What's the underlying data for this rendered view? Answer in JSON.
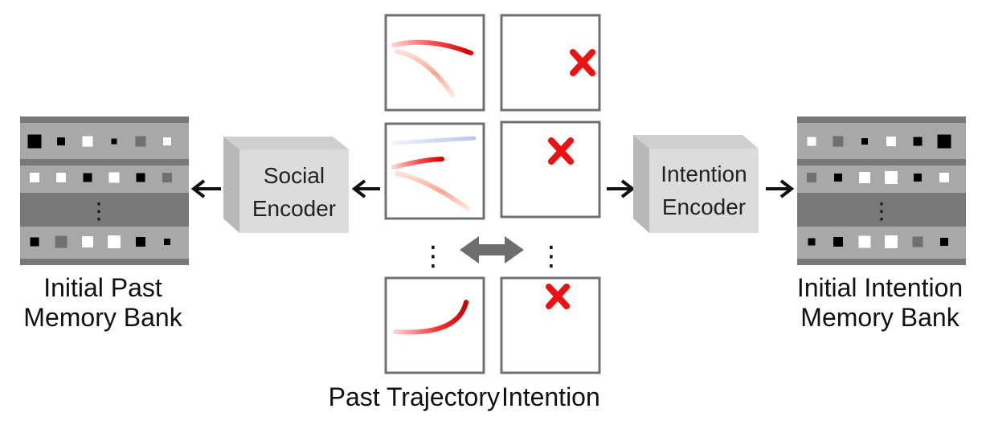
{
  "past_memory_bank": {
    "label_line1": "Initial Past",
    "label_line2": "Memory Bank",
    "ellipsis": "⋮",
    "rows": [
      [
        "#000000",
        "#000000",
        "#ffffff",
        "#000000",
        "#707070",
        "#ffffff"
      ],
      [
        "#ffffff",
        "#ffffff",
        "#000000",
        "#ffffff",
        "#000000",
        "#707070"
      ],
      [
        "#000000",
        "#707070",
        "#ffffff",
        "#ffffff",
        "#000000",
        "#000000"
      ]
    ]
  },
  "intention_memory_bank": {
    "label_line1": "Initial Intention",
    "label_line2": "Memory Bank",
    "ellipsis": "⋮",
    "rows": [
      [
        "#ffffff",
        "#707070",
        "#000000",
        "#ffffff",
        "#000000",
        "#000000"
      ],
      [
        "#707070",
        "#000000",
        "#ffffff",
        "#ffffff",
        "#000000",
        "#ffffff"
      ],
      [
        "#000000",
        "#000000",
        "#ffffff",
        "#ffffff",
        "#707070",
        "#000000"
      ]
    ]
  },
  "social_encoder": {
    "line1": "Social",
    "line2": "Encoder"
  },
  "intention_encoder": {
    "line1": "Intention",
    "line2": "Encoder"
  },
  "past_trajectory_label": "Past Trajectory",
  "intention_label": "Intention",
  "column_ellipsis": "⋮",
  "colors": {
    "trajectory_red": "#e00000",
    "neighbor_blue": "#b8c8e8",
    "intention_marker": "#ee1111",
    "encoder_face": "#dcdcdc",
    "frame_gray": "#707070"
  }
}
